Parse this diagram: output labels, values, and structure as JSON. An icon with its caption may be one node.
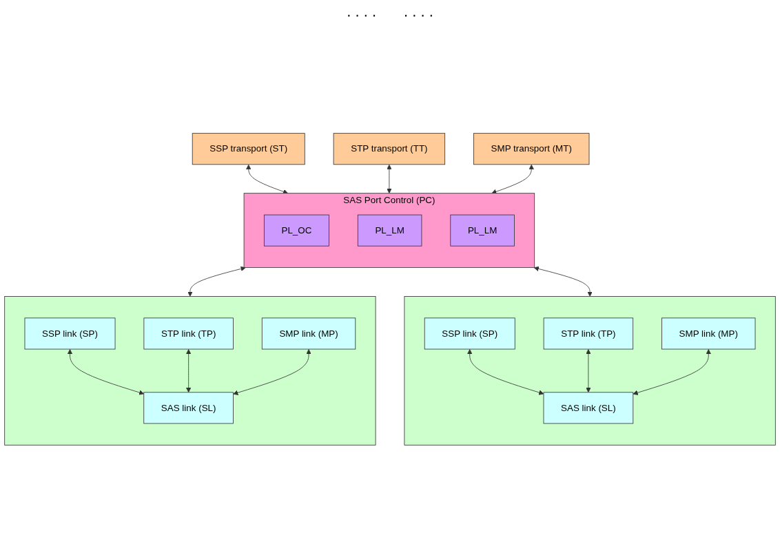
{
  "diagram": {
    "nodes": [
      {
        "text": [
          "SSP transport (ST)"
        ]
      },
      {
        "text": [
          "STP transport (TT)"
        ]
      },
      {
        "text": [
          "SMP transport (MT)"
        ]
      },
      {
        "text": [
          "SAS Port Control (PC)"
        ]
      },
      {
        "text": [
          "PL_OC"
        ],
        "in": 3
      },
      {
        "text": [
          "PL_LM"
        ],
        "in": 3
      },
      {
        "text": [
          "PL_LM"
        ],
        "in": 3
      },
      {
        "text": [],
        "shape": "box"
      },
      {
        "text": [
          "SSP link (SP)"
        ],
        "in": 7
      },
      {
        "text": [
          "STP link (TP)"
        ],
        "in": 7
      },
      {
        "text": [
          "SMP link (MP)"
        ],
        "in": 7
      },
      {
        "text": [
          "SAS link (SL)"
        ],
        "in": 7
      },
      {
        "text": [],
        "shape": "box"
      },
      {
        "text": [
          "SSP link (SP)"
        ],
        "in": 12
      },
      {
        "text": [
          "STP link (TP)"
        ],
        "in": 12
      },
      {
        "text": [
          "SMP link (MP)"
        ],
        "in": 12
      },
      {
        "text": [
          "SAS link (SL)"
        ],
        "in": 12
      }
    ],
    "edges": [
      {
        "from": 0,
        "to": 3,
        "arrow": "both"
      },
      {
        "from": 1,
        "to": 3,
        "arrow": "both"
      },
      {
        "from": 2,
        "to": 3,
        "arrow": "both"
      },
      {
        "from": 3,
        "to": 7,
        "arrow": "both"
      },
      {
        "from": 3,
        "to": 12,
        "arrow": "both"
      },
      {
        "from": 8,
        "to": 11,
        "arrow": "both"
      },
      {
        "from": 9,
        "to": 11,
        "arrow": "both"
      },
      {
        "from": 10,
        "to": 11,
        "arrow": "both"
      },
      {
        "from": 13,
        "to": 16,
        "arrow": "both"
      },
      {
        "from": 14,
        "to": 16,
        "arrow": "both"
      },
      {
        "from": 15,
        "to": 16,
        "arrow": "both"
      }
    ],
    "labels": [
      ". . . .",
      ". . . ."
    ]
  }
}
